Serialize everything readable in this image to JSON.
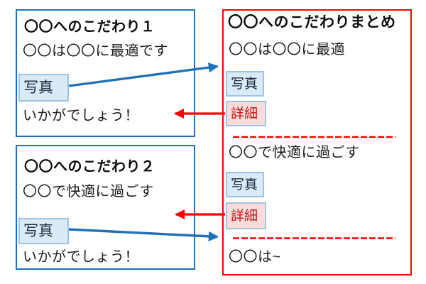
{
  "colors": {
    "panel_blue_border": "#2071b8",
    "panel_red_border": "#fe0000",
    "arrow_blue": "#2071b8",
    "arrow_red": "#fe0000",
    "photo_chip_fill": "#d9eaf8",
    "photo_chip_border": "#9dc3e6",
    "detail_chip_fill": "#fcdcdb",
    "detail_chip_text": "#bc1616",
    "body_text": "#1b1b1b"
  },
  "left_panels": [
    {
      "title": "〇〇へのこだわり１",
      "line1": "〇〇は〇〇に最適です",
      "photo_label": "写真",
      "line2": "いかがでしょう！"
    },
    {
      "title": "〇〇へのこだわり２",
      "line1": "〇〇で快適に過ごす",
      "photo_label": "写真",
      "line2": "いかがでしょう！"
    }
  ],
  "summary_panel": {
    "title": "〇〇へのこだわりまとめ",
    "sections": [
      {
        "line": "〇〇は〇〇に最適",
        "photo_label": "写真",
        "detail_label": "詳細"
      },
      {
        "line": "〇〇で快適に過ごす",
        "photo_label": "写真",
        "detail_label": "詳細"
      }
    ],
    "footer": "〇〇は~"
  }
}
